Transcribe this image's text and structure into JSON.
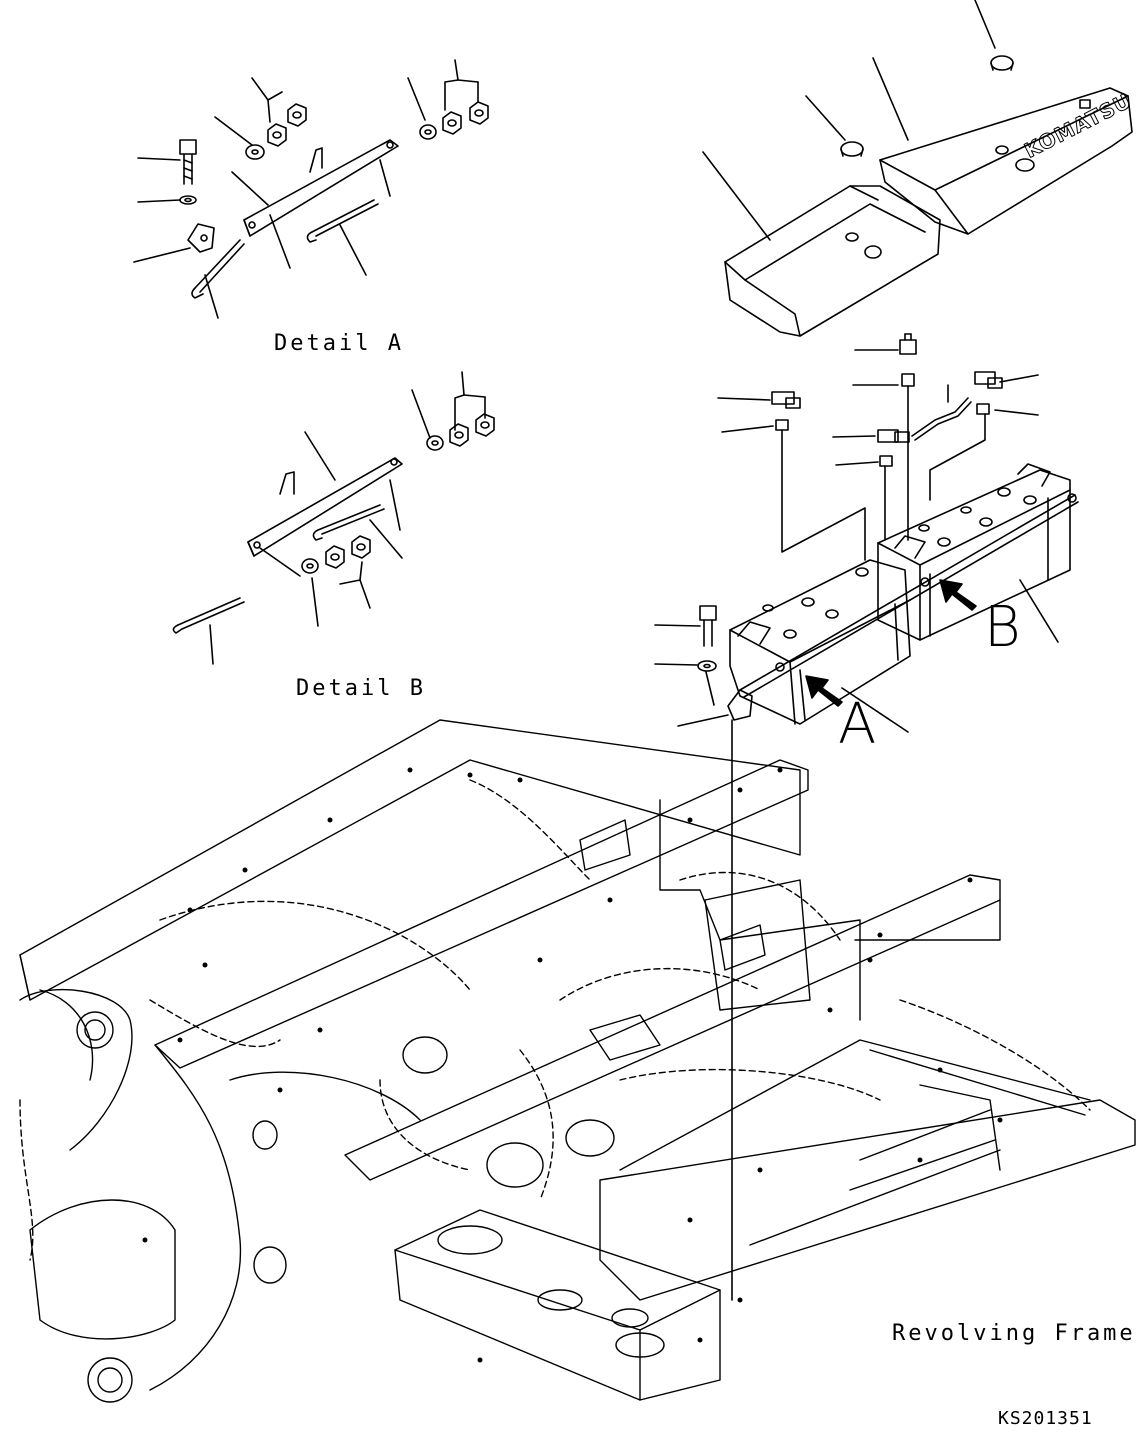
{
  "drawing": {
    "detail_a_label": "Detail A",
    "detail_b_label": "Detail B",
    "arrow_a_letter": "A",
    "arrow_b_letter": "B",
    "frame_label": "Revolving Frame",
    "drawing_code": "KS201351",
    "cover_logo": "KOMATSU"
  },
  "colors": {
    "line": "#000000",
    "background": "#ffffff"
  }
}
